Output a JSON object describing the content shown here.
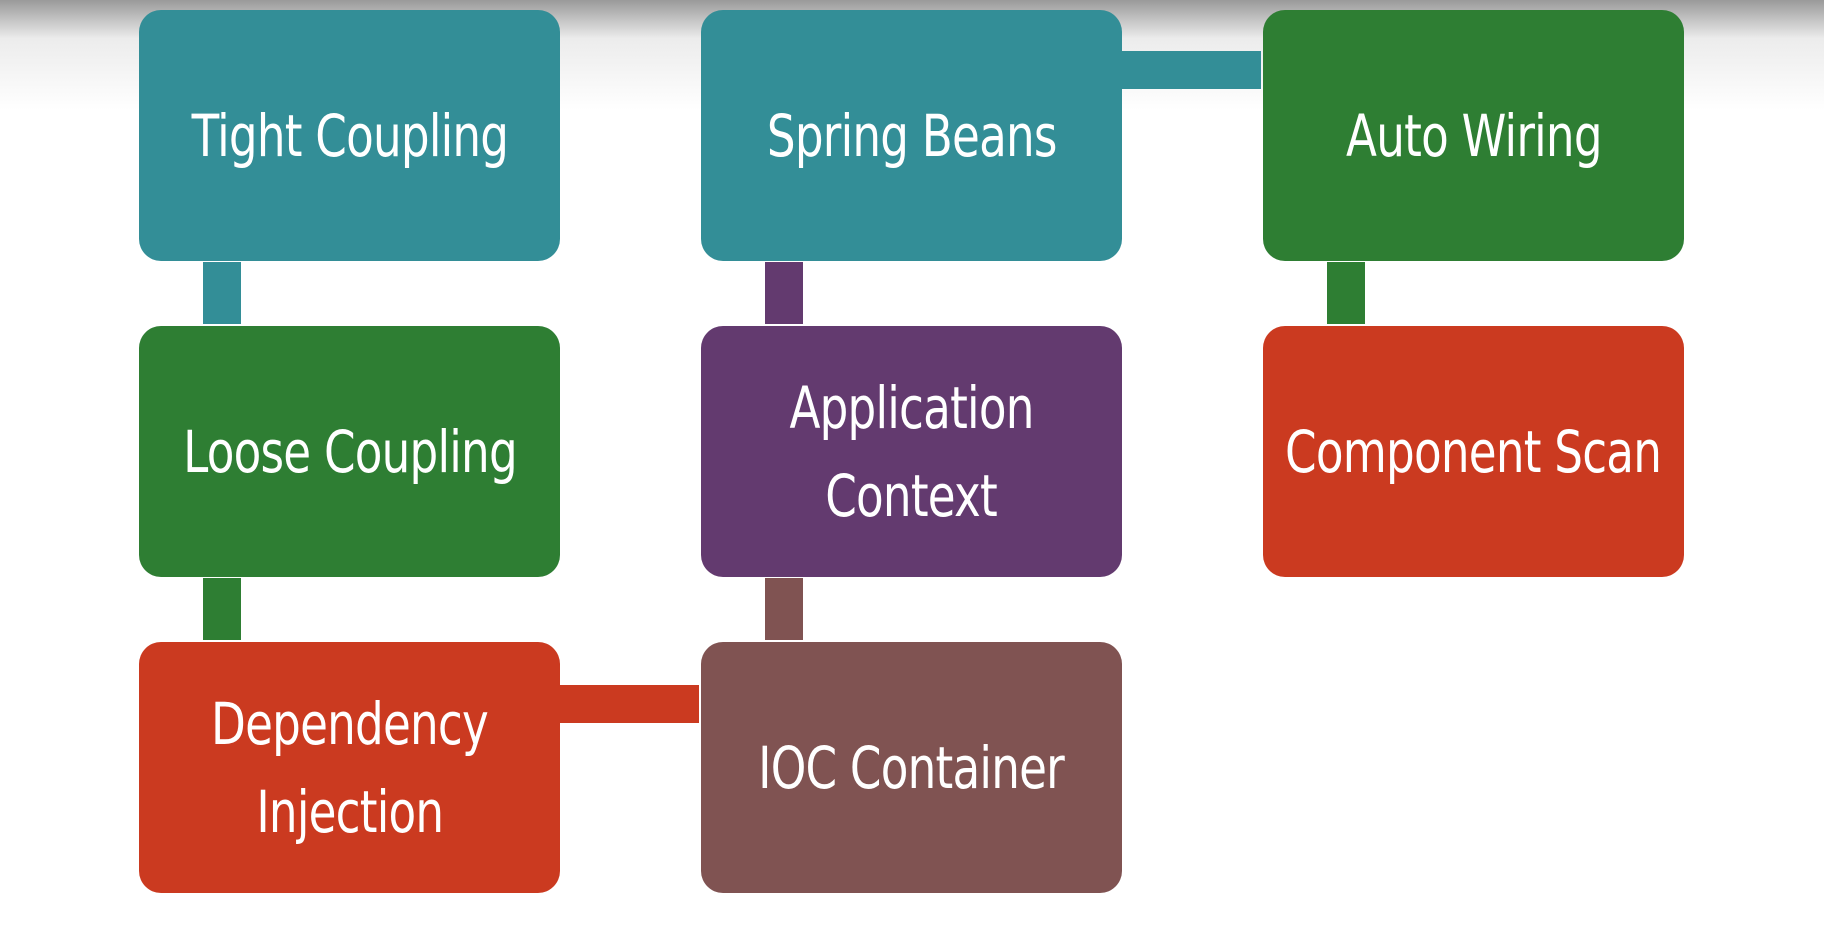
{
  "diagram": {
    "nodes": {
      "tight_coupling": {
        "label": [
          "Tight Coupling"
        ],
        "color": "#338e97"
      },
      "loose_coupling": {
        "label": [
          "Loose Coupling"
        ],
        "color": "#2e7e33"
      },
      "dependency_injection": {
        "label": [
          "Dependency",
          "Injection"
        ],
        "color": "#cb3a20"
      },
      "spring_beans": {
        "label": [
          "Spring Beans"
        ],
        "color": "#338e97"
      },
      "application_context": {
        "label": [
          "Application",
          "Context"
        ],
        "color": "#633a6f"
      },
      "ioc_container": {
        "label": [
          "IOC Container"
        ],
        "color": "#805352"
      },
      "auto_wiring": {
        "label": [
          "Auto Wiring"
        ],
        "color": "#2e7e33"
      },
      "component_scan": {
        "label": [
          "Component Scan"
        ],
        "color": "#cb3a20"
      }
    },
    "connectors": [
      {
        "from": "tight_coupling",
        "to": "loose_coupling",
        "color": "#338e97"
      },
      {
        "from": "loose_coupling",
        "to": "dependency_injection",
        "color": "#2e7e33"
      },
      {
        "from": "dependency_injection",
        "to": "ioc_container",
        "color": "#cb3a20"
      },
      {
        "from": "ioc_container",
        "to": "application_context",
        "color": "#805352"
      },
      {
        "from": "application_context",
        "to": "spring_beans",
        "color": "#633a6f"
      },
      {
        "from": "spring_beans",
        "to": "auto_wiring",
        "color": "#338e97"
      },
      {
        "from": "auto_wiring",
        "to": "component_scan",
        "color": "#2e7e33"
      }
    ]
  }
}
